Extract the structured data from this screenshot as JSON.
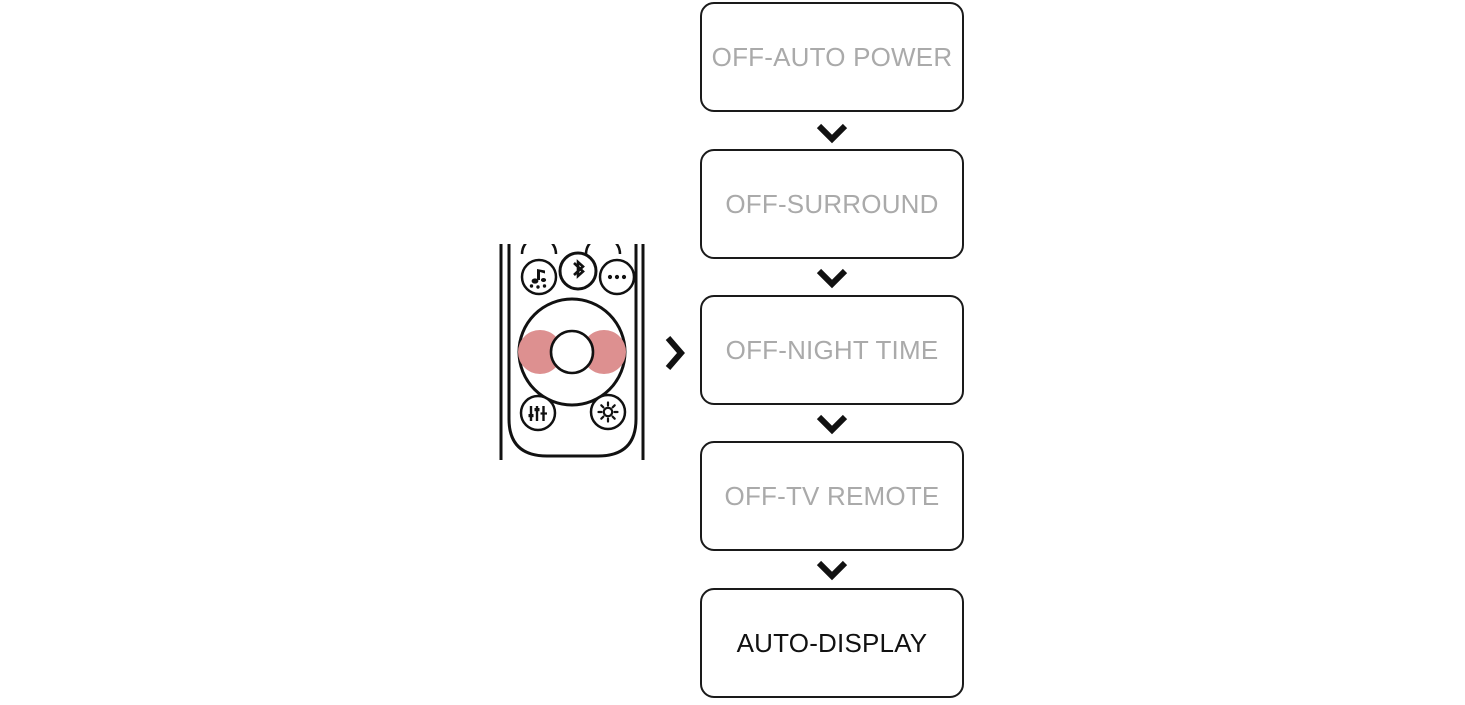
{
  "diagram": {
    "title": "Remote control display mode cycle",
    "device": {
      "name": "remote-control",
      "highlight_color": "#dd9090",
      "outline_color": "#111111",
      "buttons": [
        {
          "name": "music-note-icon",
          "label": "Music",
          "position": "top-left"
        },
        {
          "name": "bluetooth-icon",
          "label": "Bluetooth",
          "position": "top-center"
        },
        {
          "name": "more-options-icon",
          "label": "More",
          "position": "top-right"
        },
        {
          "name": "navigation-left-button",
          "label": "Left",
          "position": "ring-left",
          "highlighted": true
        },
        {
          "name": "navigation-center-button",
          "label": "Select",
          "position": "ring-center",
          "highlighted": false
        },
        {
          "name": "navigation-right-button",
          "label": "Right",
          "position": "ring-right",
          "highlighted": true
        },
        {
          "name": "equalizer-icon",
          "label": "Equalizer",
          "position": "bottom-left"
        },
        {
          "name": "settings-gear-icon",
          "label": "Settings",
          "position": "bottom-right"
        }
      ]
    },
    "step_arrow": {
      "name": "step-arrow-right",
      "glyph": "chevron-right"
    },
    "flow": {
      "arrow_glyph": "chevron-down",
      "steps": [
        {
          "id": "off-auto-power",
          "label": "OFF-AUTO POWER",
          "state": "inactive",
          "color": "#aaaaaa"
        },
        {
          "id": "off-surround",
          "label": "OFF-SURROUND",
          "state": "inactive",
          "color": "#aaaaaa"
        },
        {
          "id": "off-night-time",
          "label": "OFF-NIGHT TIME",
          "state": "inactive",
          "color": "#aaaaaa"
        },
        {
          "id": "off-tv-remote",
          "label": "OFF-TV REMOTE",
          "state": "inactive",
          "color": "#aaaaaa"
        },
        {
          "id": "auto-display",
          "label": "AUTO-DISPLAY",
          "state": "active",
          "color": "#111111"
        }
      ]
    }
  }
}
